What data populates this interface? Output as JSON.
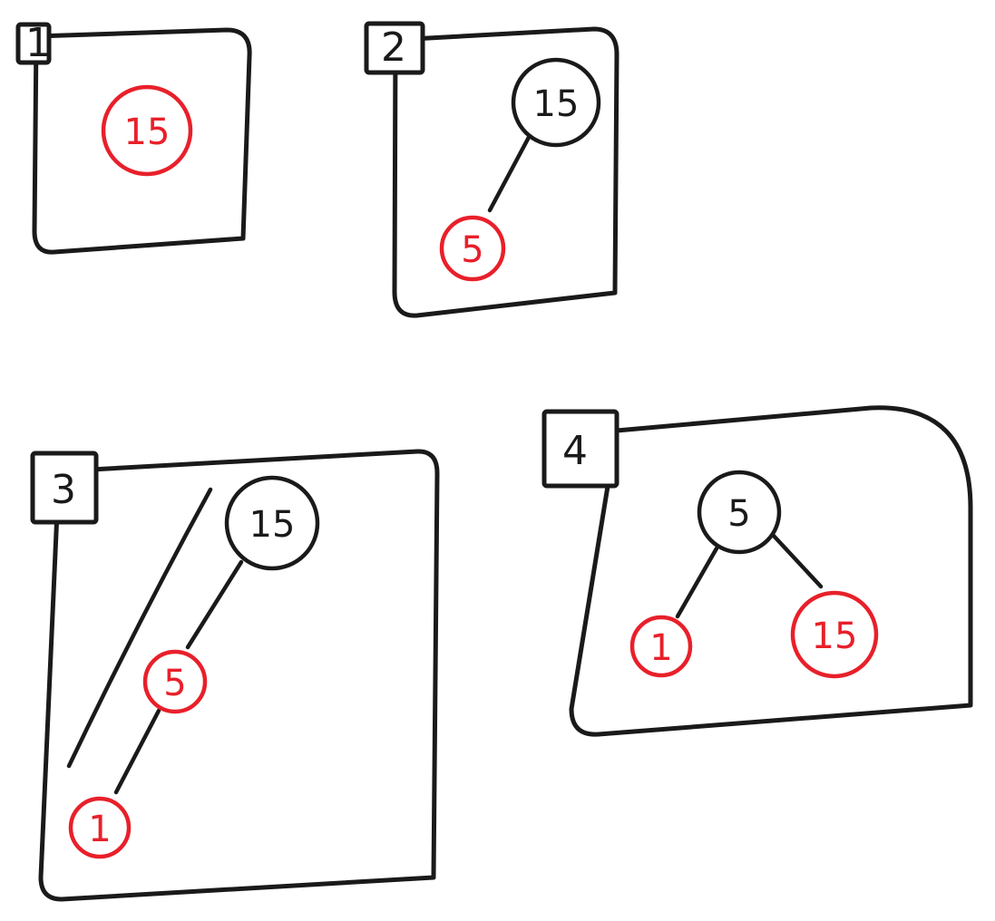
{
  "panels": [
    {
      "label": "1",
      "nodes": [
        {
          "value": "15",
          "color": "red"
        }
      ]
    },
    {
      "label": "2",
      "nodes": [
        {
          "value": "15",
          "color": "black"
        },
        {
          "value": "5",
          "color": "red"
        }
      ]
    },
    {
      "label": "3",
      "nodes": [
        {
          "value": "15",
          "color": "black"
        },
        {
          "value": "5",
          "color": "red"
        },
        {
          "value": "1",
          "color": "red"
        }
      ]
    },
    {
      "label": "4",
      "nodes": [
        {
          "value": "5",
          "color": "black"
        },
        {
          "value": "1",
          "color": "red"
        },
        {
          "value": "15",
          "color": "red"
        }
      ]
    }
  ],
  "colors": {
    "black": "#1a1a1a",
    "red": "#e8202a"
  }
}
